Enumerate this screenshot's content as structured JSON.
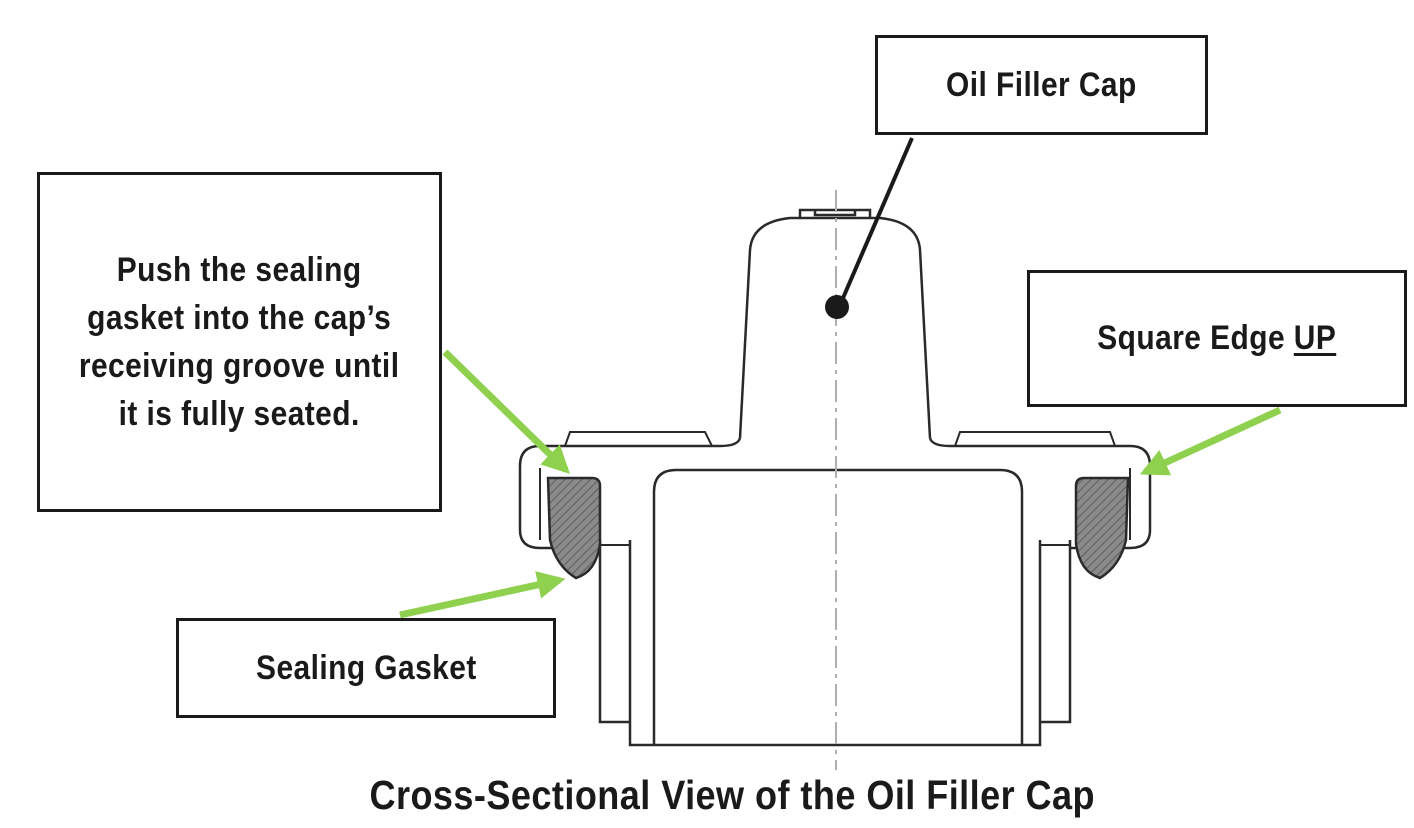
{
  "labels": {
    "oil_filler_cap": "Oil Filler Cap",
    "instruction_lines": [
      "Push the sealing",
      "gasket into the cap’s",
      "receiving groove until",
      "it is fully seated."
    ],
    "square_edge_prefix": "Square Edge ",
    "square_edge_emphasis": "UP",
    "sealing_gasket": "Sealing Gasket"
  },
  "caption": "Cross-Sectional View of the Oil Filler Cap",
  "colors": {
    "outline": "#1a1a1a",
    "arrow": "#8fd14f",
    "gasket_fill": "#7a7a7a",
    "centerline": "#b0b0b0"
  }
}
